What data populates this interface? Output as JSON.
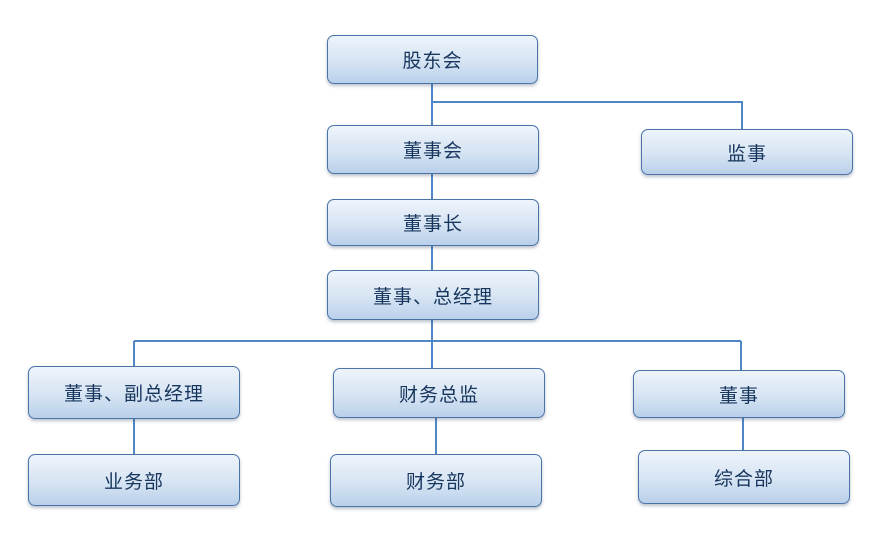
{
  "chart": {
    "nodes": {
      "gudonghui": "股东会",
      "dongshihui": "董事会",
      "jianshi": "监事",
      "dongshizhang": "董事长",
      "zongjingli": "董事、总经理",
      "fuzong": "董事、副总经理",
      "caiwuzongjian": "财务总监",
      "dongshi": "董事",
      "yewubu": "业务部",
      "caiwubu": "财务部",
      "zonghebu": "综合部"
    },
    "line_color": "#4f86c6"
  }
}
